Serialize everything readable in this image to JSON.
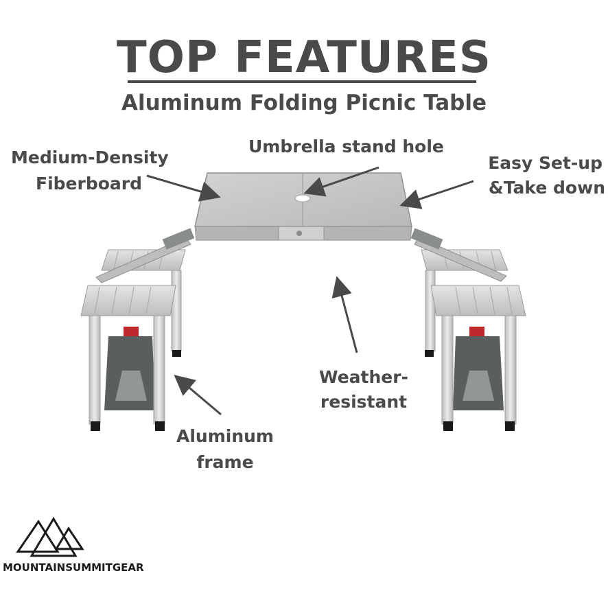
{
  "header": {
    "title": "TOP FEATURES",
    "subtitle": "Aluminum Folding Picnic Table"
  },
  "callouts": {
    "fiberboard_line1": "Medium-Density",
    "fiberboard_line2": "Fiberboard",
    "umbrella": "Umbrella stand hole",
    "setup_line1": "Easy Set-up",
    "setup_line2": "&Take down",
    "weather_line1": "Weather-",
    "weather_line2": "resistant",
    "frame_line1": "Aluminum",
    "frame_line2": "frame"
  },
  "brand": {
    "name": "MOUNTAINSUMMITGEAR",
    "logo_icon": "mountain-peaks-icon"
  },
  "colors": {
    "text": "#4a4a4a",
    "aluminum": "#c9c9c9",
    "bracket": "#5a5e5e",
    "accent_red": "#c0272d"
  }
}
